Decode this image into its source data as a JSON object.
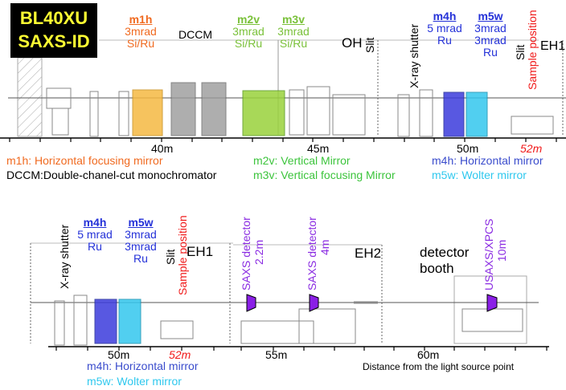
{
  "title": {
    "line1": "BL40XU",
    "line2": "SAXS-ID"
  },
  "top_section": {
    "components": [
      {
        "id": "m1h",
        "name": "m1h",
        "angle": "3mrad",
        "coating": "Si/Ru",
        "color": "#f06a20"
      },
      {
        "id": "dccm",
        "name": "DCCM"
      },
      {
        "id": "m2v",
        "name": "m2v",
        "angle": "3mrad",
        "coating": "Si/Ru",
        "color": "#7ac13a"
      },
      {
        "id": "m3v",
        "name": "m3v",
        "angle": "3mrad",
        "coating": "Si/Ru",
        "color": "#7ac13a"
      },
      {
        "id": "m4h",
        "name": "m4h",
        "angle": "5 mrad",
        "coating": "Ru",
        "color": "#2431d8"
      },
      {
        "id": "m5w",
        "name": "m5w",
        "angle": "3mrad",
        "angle2": "3mrad",
        "coating": "Ru",
        "color": "#2431d8"
      }
    ],
    "oh_label": "OH",
    "slit_label": "Slit",
    "shutter_label": "X-ray shutter",
    "slit2_label": "Slit",
    "sample_label": "Sample position",
    "eh1_label": "EH1",
    "axis_labels": [
      "40m",
      "45m",
      "50m",
      "52m"
    ],
    "legend": [
      {
        "text": "m1h: Horizontal focusing mirror",
        "color": "#f06a20"
      },
      {
        "text": "DCCM:Double-chanel-cut monochromator",
        "color": "#000000"
      },
      {
        "text": "m2v: Vertical Mirror",
        "color": "#3cc43c"
      },
      {
        "text": "m3v: Vertical focusing Mirror",
        "color": "#3cc43c"
      },
      {
        "text": "m4h: Horizontal mirror",
        "color": "#3a4ccc"
      },
      {
        "text": "m5w: Wolter mirror",
        "color": "#2fc8ee"
      }
    ]
  },
  "bottom_section": {
    "shutter_label": "X-ray shutter",
    "m4h": {
      "name": "m4h",
      "angle": "5 mrad",
      "coating": "Ru"
    },
    "m5w": {
      "name": "m5w",
      "angle": "3mrad",
      "angle2": "3mrad",
      "coating": "Ru"
    },
    "slit_label": "Slit",
    "sample_label": "Sample position",
    "eh1_label": "EH1",
    "eh2_label": "EH2",
    "detector_booth": {
      "line1": "detector",
      "line2": "booth"
    },
    "detectors": [
      {
        "line1": "SAXS detector",
        "line2": "2.2m"
      },
      {
        "line1": "SAXS detector",
        "line2": "4m"
      },
      {
        "line1": "USAXS/XPCS",
        "line2": "10m"
      }
    ],
    "axis_labels": [
      "50m",
      "52m",
      "55m",
      "60m"
    ],
    "axis_caption": "Distance from the light source point",
    "legend": [
      {
        "text": "m4h: Horizontal mirror",
        "color": "#3a4ccc"
      },
      {
        "text": "m5w: Wolter mirror",
        "color": "#2fc8ee"
      }
    ]
  },
  "colors": {
    "m1h_fill": "#f5b942",
    "dccm_fill": "#9a9a9a",
    "m2v_fill": "#9ad23c",
    "m4h_fill": "#3b3bdc",
    "m5w_fill": "#33c7ee",
    "detector_fill": "#8a1fe6"
  }
}
